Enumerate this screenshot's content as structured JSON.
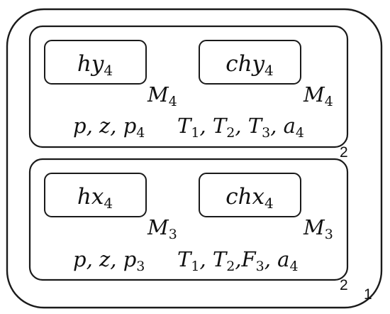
{
  "outer_frame": {
    "label": "1"
  },
  "panels": [
    {
      "id": "y",
      "corner_label": "2",
      "left_box": {
        "text": "hy",
        "sub": "4"
      },
      "right_box": {
        "text": "chy",
        "sub": "4"
      },
      "left_M": {
        "text": "M",
        "sub": "4"
      },
      "right_M": {
        "text": "M",
        "sub": "4"
      },
      "bottom_left": "p, z, p",
      "bottom_left_sub": "4",
      "bottom_right_parts": [
        {
          "t": "T",
          "s": "1"
        },
        {
          "t": ", T",
          "s": "2"
        },
        {
          "t": ", T",
          "s": "3"
        },
        {
          "t": ", a",
          "s": "4"
        }
      ]
    },
    {
      "id": "x",
      "corner_label": "2",
      "left_box": {
        "text": "hx",
        "sub": "4"
      },
      "right_box": {
        "text": "chx",
        "sub": "4"
      },
      "left_M": {
        "text": "M",
        "sub": "3"
      },
      "right_M": {
        "text": "M",
        "sub": "3"
      },
      "bottom_left": "p, z, p",
      "bottom_left_sub": "3",
      "bottom_right_parts": [
        {
          "t": "T",
          "s": "1"
        },
        {
          "t": ", T",
          "s": "2"
        },
        {
          "t": ",F",
          "s": "3"
        },
        {
          "t": ", a",
          "s": "4"
        }
      ]
    }
  ]
}
